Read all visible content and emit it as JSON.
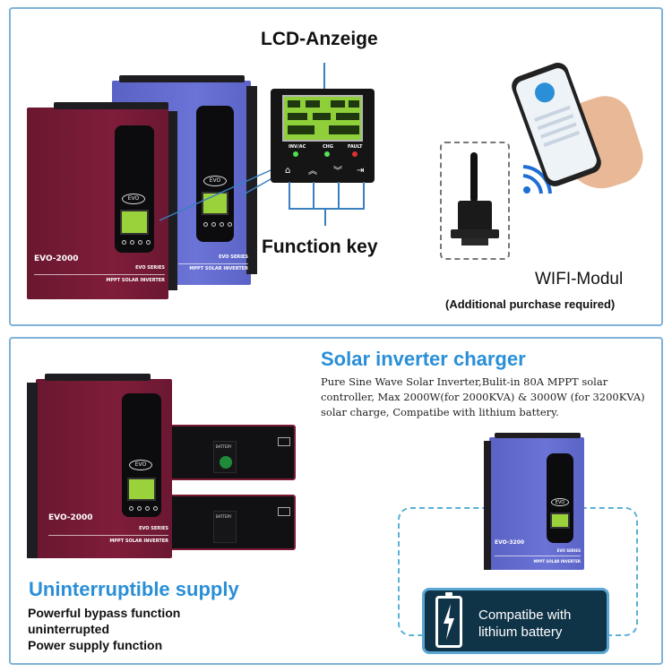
{
  "top": {
    "lcd_title": "LCD-Anzeige",
    "function_title": "Function key",
    "wifi_title": "WIFI-Modul",
    "wifi_note": "(Additional purchase required)",
    "lcd_indicators": [
      "INV/AC",
      "CHG",
      "FAULT"
    ],
    "lcd_keys": [
      "home-icon",
      "chevron-up-icon",
      "chevron-down-icon",
      "enter-icon"
    ]
  },
  "devices": {
    "model_red": "EVO-2000",
    "model_blue": "EVO-3200",
    "series": "EVO SERIES",
    "subtitle": "MPPT SOLAR INVERTER",
    "logo": "EVO",
    "battery_label": "BATTERY"
  },
  "bottom": {
    "solar_title": "Solar inverter charger",
    "solar_desc": "Pure Sine Wave Solar Inverter,Bulit-in 80A MPPT solar controller, Max 2000W(for 2000KVA) & 3000W (for 3200KVA) solar charge, Compatibe with lithium battery.",
    "ups_title": "Uninterruptible supply",
    "ups_lines": [
      "Powerful bypass function",
      "uninterrupted",
      "Power supply function"
    ],
    "battery_badge": "Compatibe with lithium battery"
  },
  "colors": {
    "accent_blue": "#2a8fd6",
    "frame": "#7fb2d8",
    "device_red": "#7f1d3a",
    "device_blue": "#6b74d6",
    "lcd_green": "#8fd03a",
    "badge_bg": "#103447"
  }
}
